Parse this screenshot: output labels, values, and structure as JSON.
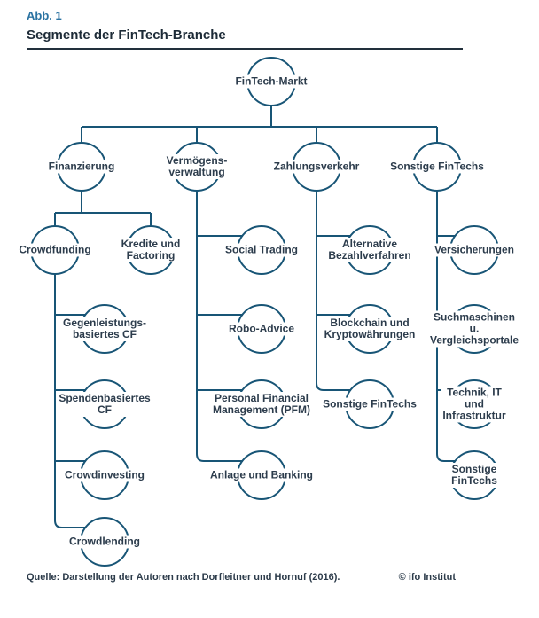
{
  "header": {
    "figure_label": "Abb. 1",
    "title": "Segmente der FinTech-Branche"
  },
  "footer": {
    "source": "Quelle: Darstellung der Autoren nach Dorfleitner und Hornuf (2016).",
    "copyright": "© ifo Institut"
  },
  "colors": {
    "accent_blue": "#2b73a2",
    "line_stroke": "#185576",
    "node_text": "#2c3c4c",
    "heading_text": "#1d2b37"
  },
  "nodes": {
    "root": {
      "label": "FinTech-Markt"
    },
    "finanzierung": {
      "label": "Finanzierung"
    },
    "vermoegensverwaltung": {
      "label": "Vermögens-\nverwaltung"
    },
    "zahlungsverkehr": {
      "label": "Zahlungsverkehr"
    },
    "sonstige_fintechs": {
      "label": "Sonstige FinTechs"
    },
    "crowdfunding": {
      "label": "Crowdfunding"
    },
    "kredite_factoring": {
      "label": "Kredite und\nFactoring"
    },
    "social_trading": {
      "label": "Social Trading"
    },
    "alternative_bezahlverfahren": {
      "label": "Alternative\nBezahlverfahren"
    },
    "versicherungen": {
      "label": "Versicherungen"
    },
    "gegenleistungsbasiertes_cf": {
      "label": "Gegenleistungs-\nbasiertes CF"
    },
    "robo_advice": {
      "label": "Robo-Advice"
    },
    "blockchain_krypto": {
      "label": "Blockchain und\nKryptowährungen"
    },
    "suchmaschinen_vergleichsportale": {
      "label": "Suchmaschinen u.\nVergleichsportale"
    },
    "spendenbasiertes_cf": {
      "label": "Spendenbasiertes\nCF"
    },
    "pfm": {
      "label": "Personal Financial\nManagement (PFM)"
    },
    "sonstige_fintechs_zahlung": {
      "label": "Sonstige FinTechs"
    },
    "technik_it_infrastruktur": {
      "label": "Technik, IT und\nInfrastruktur"
    },
    "crowdinvesting": {
      "label": "Crowdinvesting"
    },
    "anlage_banking": {
      "label": "Anlage und Banking"
    },
    "sonstige_fintechs_sonstige": {
      "label": "Sonstige FinTechs"
    },
    "crowdlending": {
      "label": "Crowdlending"
    }
  },
  "hierarchy": {
    "root": "FinTech-Markt",
    "children": [
      {
        "label": "Finanzierung",
        "children": [
          {
            "label": "Crowdfunding",
            "children": [
              {
                "label": "Gegenleistungs-basiertes CF"
              },
              {
                "label": "Spendenbasiertes CF"
              },
              {
                "label": "Crowdinvesting"
              },
              {
                "label": "Crowdlending"
              }
            ]
          },
          {
            "label": "Kredite und Factoring"
          }
        ]
      },
      {
        "label": "Vermögensverwaltung",
        "children": [
          {
            "label": "Social Trading"
          },
          {
            "label": "Robo-Advice"
          },
          {
            "label": "Personal Financial Management (PFM)"
          },
          {
            "label": "Anlage und Banking"
          }
        ]
      },
      {
        "label": "Zahlungsverkehr",
        "children": [
          {
            "label": "Alternative Bezahlverfahren"
          },
          {
            "label": "Blockchain und Kryptowährungen"
          },
          {
            "label": "Sonstige FinTechs"
          }
        ]
      },
      {
        "label": "Sonstige FinTechs",
        "children": [
          {
            "label": "Versicherungen"
          },
          {
            "label": "Suchmaschinen u. Vergleichsportale"
          },
          {
            "label": "Technik, IT und Infrastruktur"
          },
          {
            "label": "Sonstige FinTechs"
          }
        ]
      }
    ]
  }
}
